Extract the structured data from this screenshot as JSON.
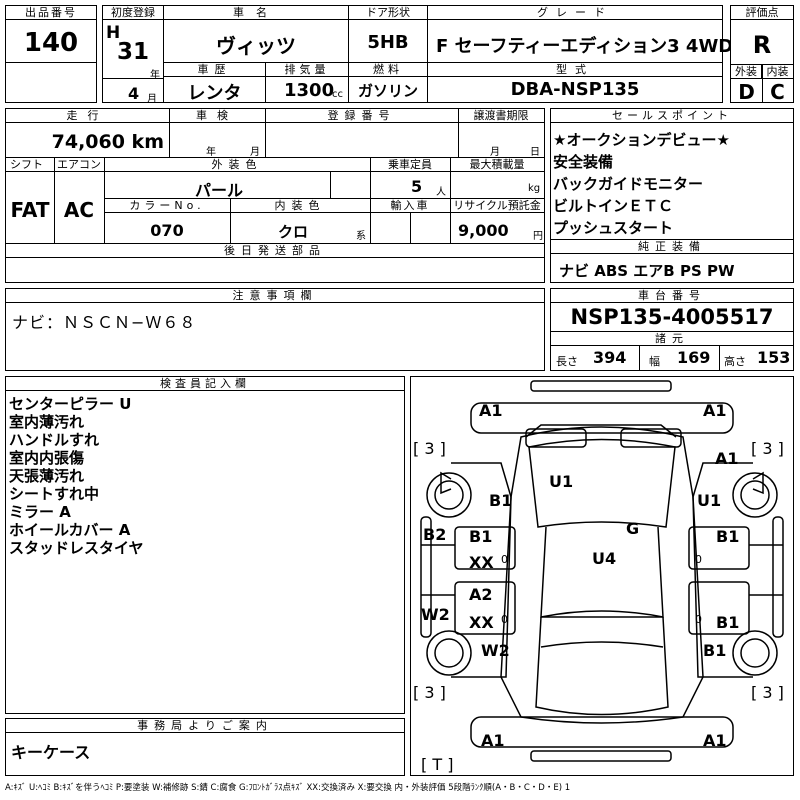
{
  "header": {
    "lot_no_label": "出品番号",
    "lot_no": "140",
    "first_reg_label": "初度登録",
    "era": "H",
    "year": "31",
    "year_unit": "年",
    "month": "4",
    "month_unit": "月",
    "car_name_label": "車名",
    "car_name": "ヴィッツ",
    "door_label": "ドア形状",
    "door": "5HB",
    "grade_label": "グレード",
    "grade": "F セーフティーエディション3 4WD",
    "score_label": "評価点",
    "score": "R",
    "history_label": "車歴",
    "history": "レンタ",
    "displacement_label": "排気量",
    "displacement": "1300",
    "displacement_unit": "cc",
    "fuel_label": "燃料",
    "fuel": "ガソリン",
    "model_label": "型式",
    "model": "DBA-NSP135",
    "exterior_label": "外装",
    "exterior": "D",
    "interior_label": "内装",
    "interior": "C"
  },
  "row2": {
    "mileage_label": "走行",
    "mileage": "74,060 km",
    "inspection_label": "車検",
    "year_unit": "年",
    "month_unit": "月",
    "reg_no_label": "登録番号",
    "transfer_label": "譲渡書期限",
    "transfer_month": "月",
    "transfer_day": "日",
    "shift_label": "シフト",
    "shift": "FAT",
    "ac_label": "エアコン",
    "ac": "AC",
    "color_label": "外装色",
    "color": "パール",
    "capacity_label": "乗車定員",
    "capacity": "5",
    "capacity_unit": "人",
    "load_label": "最大積載量",
    "load_unit": "kg",
    "color_no_label": "カラーNo.",
    "color_no": "070",
    "interior_color_label": "内装色",
    "interior_color": "クロ",
    "interior_color_unit": "系",
    "import_label": "輸入車",
    "recycle_label": "リサイクル預託金",
    "recycle": "9,000",
    "recycle_unit": "円",
    "later_parts_label": "後日発送部品"
  },
  "sales_points": {
    "label": "セールスポイント",
    "items": [
      "★オークションデビュー★",
      "安全装備",
      "バックガイドモニター",
      "ビルトインＥＴＣ",
      "プッシュスタート"
    ]
  },
  "genuine": {
    "label": "純正装備",
    "value": "ナビ ABS エアB PS PW"
  },
  "notes": {
    "label": "注意事項欄",
    "value": "ナビ：ＮＳＣＮ−Ｗ６８"
  },
  "chassis": {
    "label": "車台番号",
    "value": "NSP135-4005517",
    "dims_label": "諸元",
    "length_label": "長さ",
    "length": "394",
    "width_label": "幅",
    "width": "169",
    "height_label": "高さ",
    "height": "153"
  },
  "inspector": {
    "label": "検査員記入欄",
    "items": [
      "センターピラー U",
      "室内薄汚れ",
      "ハンドルすれ",
      "室内内張傷",
      "天張薄汚れ",
      "シートすれ中",
      "ミラー A",
      "ホイールカバー A",
      "スタッドレスタイヤ"
    ]
  },
  "office": {
    "label": "事務局よりご案内",
    "value": "キーケース"
  },
  "diagram_marks": {
    "a1_tl": "A1",
    "a1_tr": "A1",
    "b3_tl": "[ 3 ]",
    "b3_tr": "[ 3 ]",
    "a1_r": "A1",
    "u1_c": "U1",
    "b1_l": "B1",
    "u1_r": "U1",
    "b2": "B2",
    "b1_dl": "B1",
    "xx1": "XX",
    "zero1": "0",
    "g": "G",
    "b1_dr": "B1",
    "zero2": "0",
    "u4": "U4",
    "a2": "A2",
    "xx2": "XX",
    "zero3": "0",
    "zero4": "0",
    "w2_l": "W2",
    "b1_rr": "B1",
    "w2_c": "W2",
    "b1_r2": "B1",
    "b3_bl": "[ 3 ]",
    "b3_br": "[ 3 ]",
    "a1_bl": "A1",
    "a1_br": "A1",
    "t": "[ T ]"
  },
  "legend": "A:ｷｽﾞ U:ﾍｺﾐ B:ｷｽﾞを伴うﾍｺﾐ P:要塗装 W:補修跡 S:錆 C:腐食 G:ﾌﾛﾝﾄｶﾞﾗｽ点ｷｽﾞ XX:交換済み X:要交換 内・外装評価 5段階ﾗﾝｸ順(A・B・C・D・E) 1"
}
